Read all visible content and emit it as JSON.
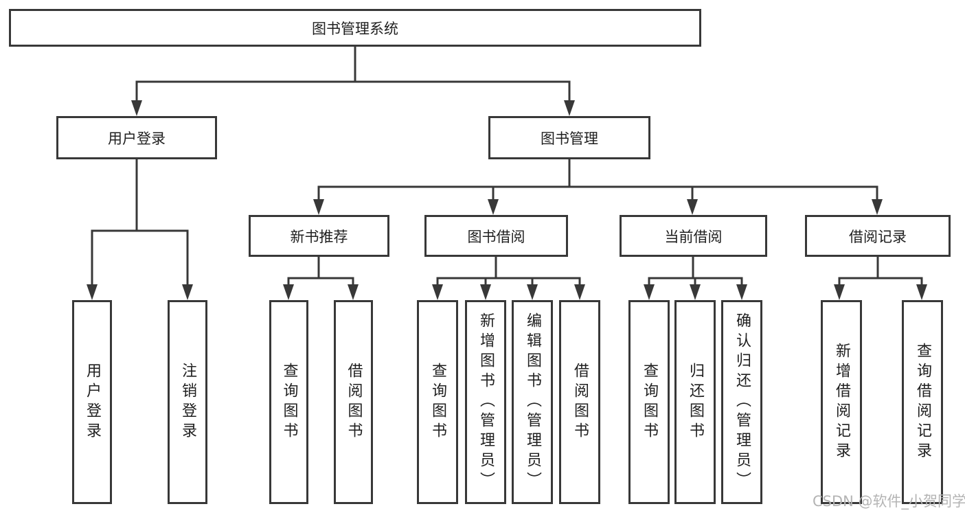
{
  "diagram": {
    "root": {
      "label": "图书管理系统"
    },
    "branches": [
      {
        "label": "用户登录",
        "children": [
          {
            "label": "用户登录"
          },
          {
            "label": "注销登录"
          }
        ]
      },
      {
        "label": "图书管理",
        "children": [
          {
            "label": "新书推荐",
            "children": [
              {
                "label": "查询图书"
              },
              {
                "label": "借阅图书"
              }
            ]
          },
          {
            "label": "图书借阅",
            "children": [
              {
                "label": "查询图书"
              },
              {
                "label": "新增图书（管理员）"
              },
              {
                "label": "编辑图书（管理员）"
              },
              {
                "label": "借阅图书"
              }
            ]
          },
          {
            "label": "当前借阅",
            "children": [
              {
                "label": "查询图书"
              },
              {
                "label": "归还图书"
              },
              {
                "label": "确认归还（管理员）"
              }
            ]
          },
          {
            "label": "借阅记录",
            "children": [
              {
                "label": "新增借阅记录"
              },
              {
                "label": "查询借阅记录"
              }
            ]
          }
        ]
      }
    ]
  },
  "watermark": {
    "text": "CSDN @软件_小贺同学",
    "color": "#b4b4b4"
  },
  "colors": {
    "line": "#383838",
    "text": "#1f1f1f",
    "background": "#ffffff"
  }
}
